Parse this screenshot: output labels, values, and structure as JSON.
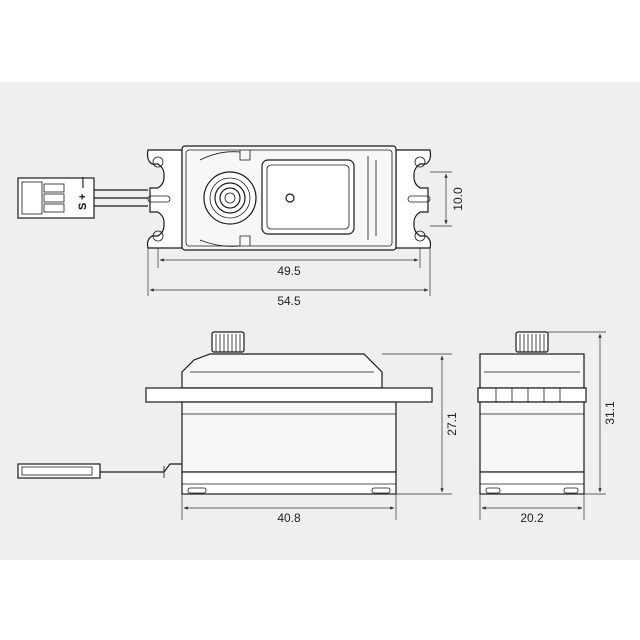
{
  "dimensions": {
    "hole_spacing": "49.5",
    "overall_length": "54.5",
    "slot_width": "10.0",
    "case_length": "40.8",
    "case_height": "27.1",
    "case_width": "20.2",
    "overall_height": "31.1"
  },
  "connector": {
    "pin_labels": [
      "S",
      "+",
      "—"
    ]
  }
}
